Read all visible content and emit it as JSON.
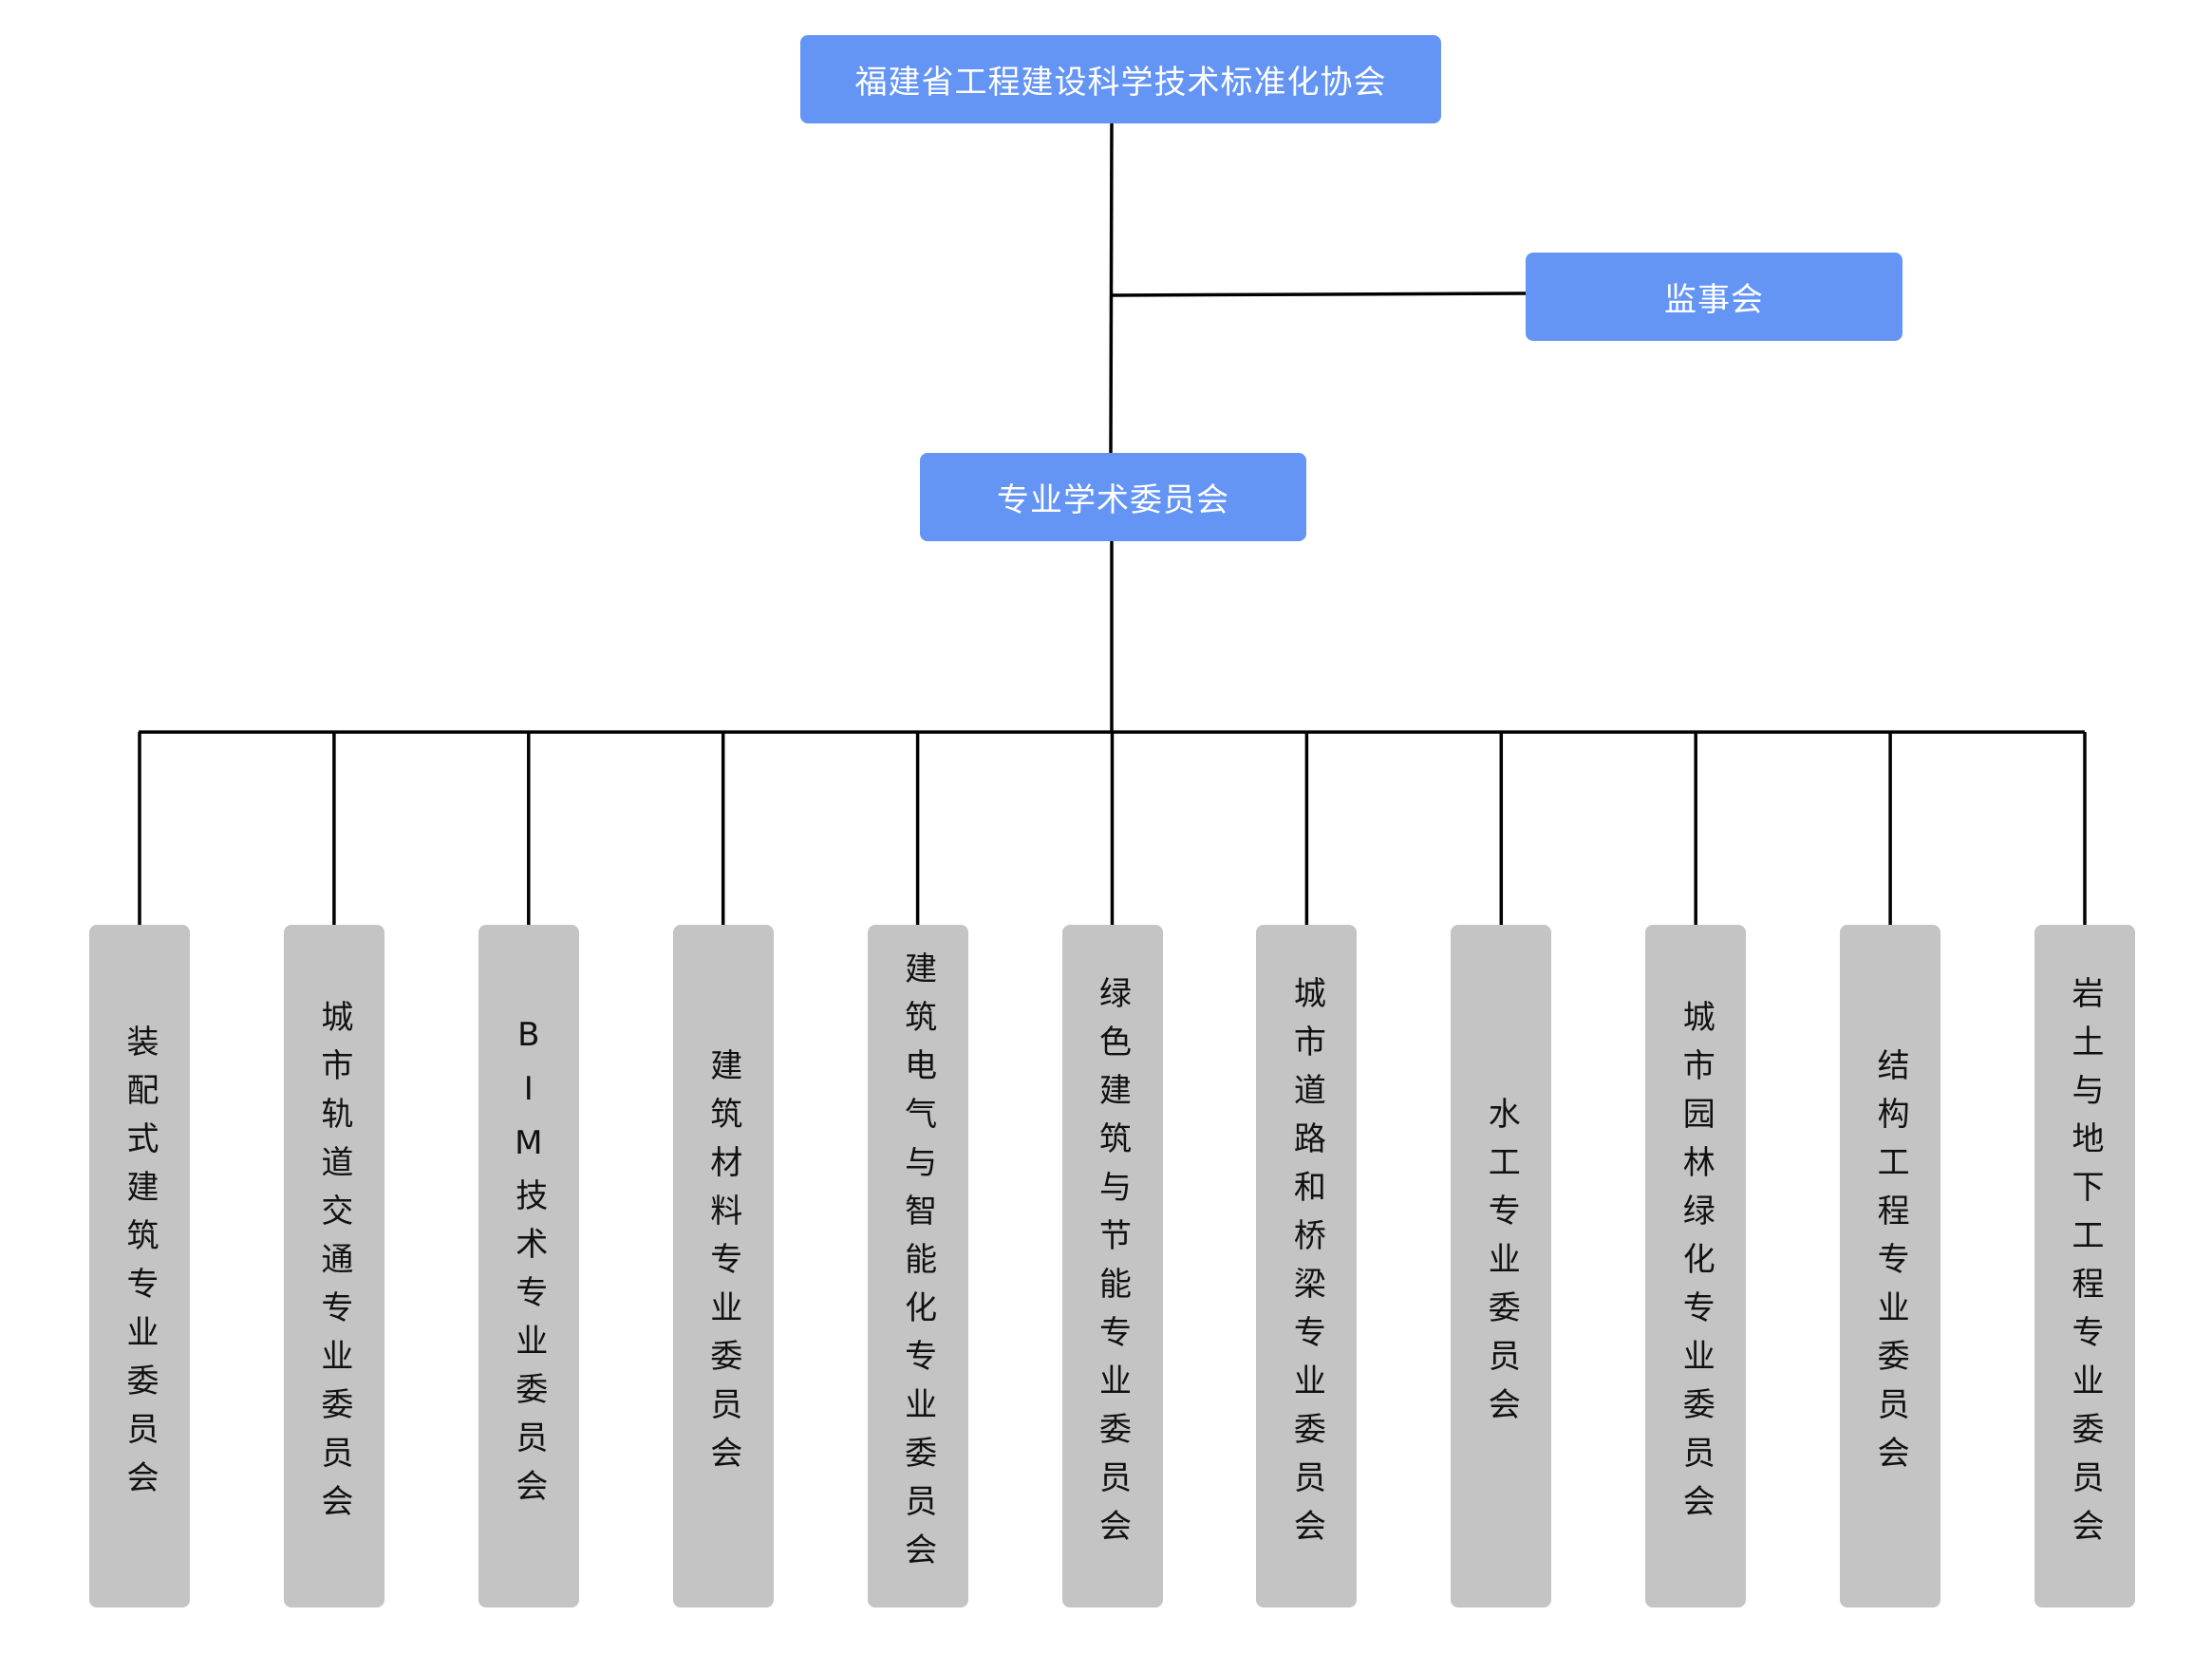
{
  "org_chart": {
    "root": {
      "label": "福建省工程建设科学技术标准化协会"
    },
    "side": {
      "label": "监事会"
    },
    "middle": {
      "label": "专业学术委员会"
    },
    "committees": [
      {
        "label": "装配式建筑专业委员会"
      },
      {
        "label": "城市轨道交通专业委员会"
      },
      {
        "label": "BIM技术专业委员会"
      },
      {
        "label": "建筑材料专业委员会"
      },
      {
        "label": "建筑电气与智能化专业委员会"
      },
      {
        "label": "绿色建筑与节能专业委员会"
      },
      {
        "label": "城市道路和桥梁专业委员会"
      },
      {
        "label": "水工专业委员会"
      },
      {
        "label": "城市园林绿化专业委员会"
      },
      {
        "label": "结构工程专业委员会"
      },
      {
        "label": "岩土与地下工程专业委员会"
      }
    ],
    "colors": {
      "top_box": "#6495f5",
      "top_text": "#ffffff",
      "committee_box": "#c4c4c4",
      "committee_text": "#111111",
      "connector": "#000000"
    }
  }
}
